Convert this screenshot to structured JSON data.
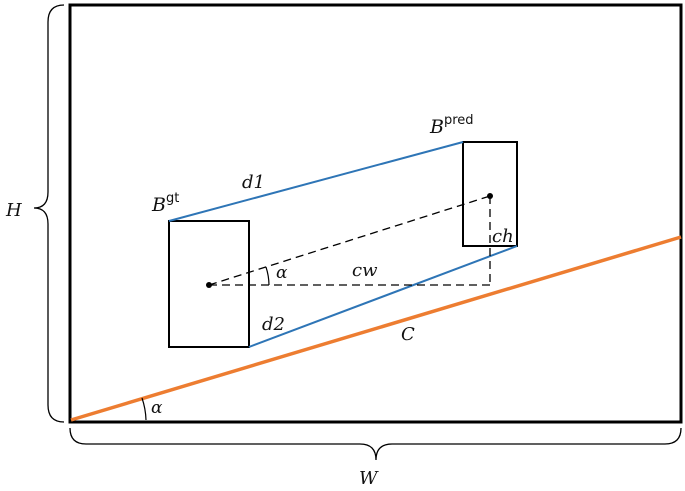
{
  "labels": {
    "H": "H",
    "W": "W",
    "B": "B",
    "gt_sup": "gt",
    "pred_sup": "pred",
    "d1": "d1",
    "d2": "d2",
    "cw": "cw",
    "ch": "ch",
    "C": "C",
    "alpha_inner": "α",
    "alpha_outer": "α"
  },
  "colors": {
    "frame": "#000000",
    "connector_lines": "#2e75b6",
    "diagonal_C": "#ed7d31",
    "dashed": "#000000"
  }
}
